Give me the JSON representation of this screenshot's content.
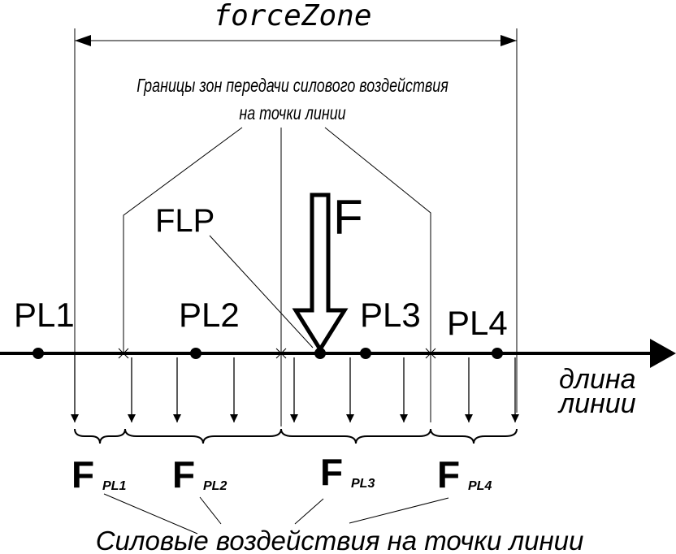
{
  "title": "forceZone",
  "boundaries_caption_line1": "Границы зон передачи силового воздействия",
  "boundaries_caption_line2": "на точки линии",
  "flp_label": "FLP",
  "force_label": "F",
  "points": [
    {
      "label": "PL1"
    },
    {
      "label": "PL2"
    },
    {
      "label": "PL3"
    },
    {
      "label": "PL4"
    }
  ],
  "axis_label_line1": "длина",
  "axis_label_line2": "линии",
  "forces": [
    {
      "main": "F",
      "sub": "PL1"
    },
    {
      "main": "F",
      "sub": "PL2"
    },
    {
      "main": "F",
      "sub": "PL3"
    },
    {
      "main": "F",
      "sub": "PL4"
    }
  ],
  "bottom_caption": "Силовые воздействия на точки линии"
}
